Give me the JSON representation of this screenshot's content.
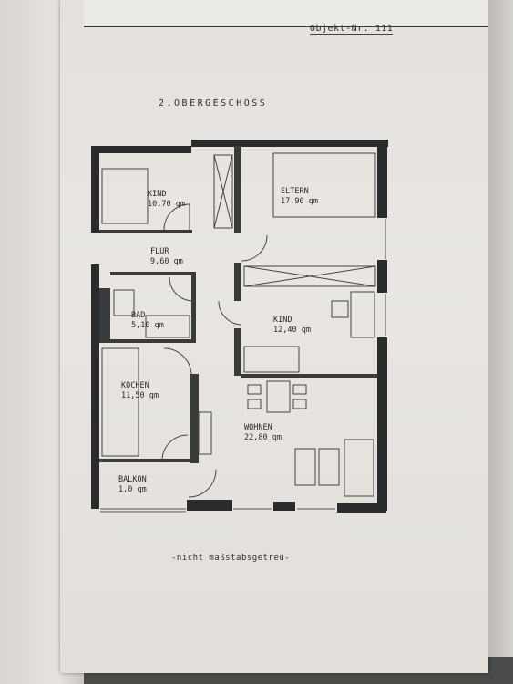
{
  "header": {
    "object_number": "Objekt-Nr. 111",
    "floor_title": "2.OBERGESCHOSS"
  },
  "rooms": [
    {
      "name": "KIND",
      "area": "10,70 qm"
    },
    {
      "name": "ELTERN",
      "area": "17,90 qm"
    },
    {
      "name": "FLUR",
      "area": "9,60 qm"
    },
    {
      "name": "BAD",
      "area": "5,10 qm"
    },
    {
      "name": "KIND",
      "area": "12,40 qm"
    },
    {
      "name": "KOCHEN",
      "area": "11,50 qm"
    },
    {
      "name": "WOHNEN",
      "area": "22,80 qm"
    },
    {
      "name": "BALKON",
      "area": "1,0 qm"
    }
  ],
  "footer": {
    "scale_note": "-nicht maßstabsgetreu-"
  }
}
